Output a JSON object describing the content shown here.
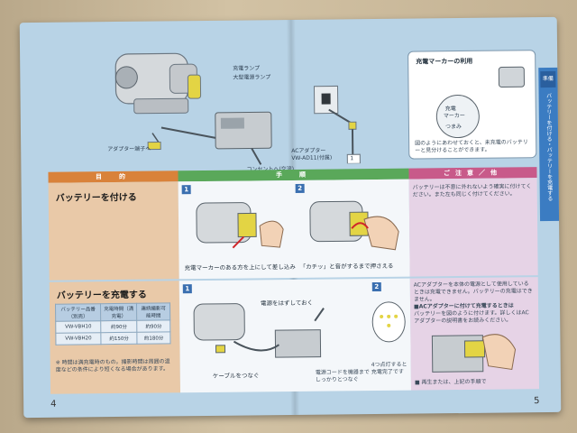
{
  "labels": {
    "charge_lamp": "充電ランプ",
    "ac_lamp": "大型電源ランプ",
    "ac_adaptor": "ACアダプター",
    "ac_model": "VW-AD11(付属)",
    "adaptor_terminal": "アダプター端子へ",
    "to_outlet": "コンセントへ(交流)",
    "outlet_num": "1"
  },
  "charge_marker": {
    "title": "充電マーカーの利用",
    "tag_top": "充電",
    "tag_mid": "マーカー",
    "tag_bottom": "つまみ",
    "note": "図のようにあわせておくと、未充電のバッテリーと見分けることができます。"
  },
  "sidebar": {
    "tab": "準備",
    "text": "バッテリーを付ける・バッテリーを充電する"
  },
  "table_headers": {
    "purpose": "目　的",
    "steps": "手　順",
    "notes": "ご注意／他"
  },
  "attach": {
    "title": "バッテリーを付ける",
    "step1_num": "1",
    "step1_caption": "充電マーカーのある方を上にして差し込み",
    "step2_num": "2",
    "step2_caption": "「カチッ」と音がするまで押さえる",
    "note": "バッテリーは不意に外れないよう確実に付けてください。また左も同じく付けてください。"
  },
  "charge": {
    "title": "バッテリーを充電する",
    "table": {
      "head": [
        "バッテリー品番（別売）",
        "充電時間（満充電）",
        "連続撮影可能時間"
      ],
      "rows": [
        [
          "VW-VBH10",
          "約90分",
          "約90分"
        ],
        [
          "VW-VBH20",
          "約150分",
          "約180分"
        ]
      ]
    },
    "table_note": "※ 時間は満充電時のもの。撮影時間は周囲の温度などの条件により短くなる場合があります。",
    "step1_num": "1",
    "step1_caption_a": "電源をはずしておく",
    "step1_caption_b": "ケーブルをつなぐ",
    "step1_caption_c": "電源コードを機器までしっかりとつなぐ",
    "step2_num": "2",
    "step2_caption": "4つ点灯すると充電完了です",
    "note_1": "ACアダプターを本体の電源として使用しているときは充電できません。バッテリーの充電はできません。",
    "note_2_title": "■ACアダプターに付けて充電するときは",
    "note_2": "バッテリーを図のように付けます。詳しくはACアダプターの説明書をお読みください。",
    "note_3": "■ 再生または、上記の手順で"
  },
  "page_numbers": {
    "left": "4",
    "right": "5"
  },
  "colors": {
    "purpose_header": "#d9823a",
    "steps_header": "#5aa85a",
    "notes_header": "#c85a8a",
    "left_cell": "#e9c9a8",
    "notes_cell": "#e6d3e6",
    "accent_blue": "#3b7cc2"
  }
}
